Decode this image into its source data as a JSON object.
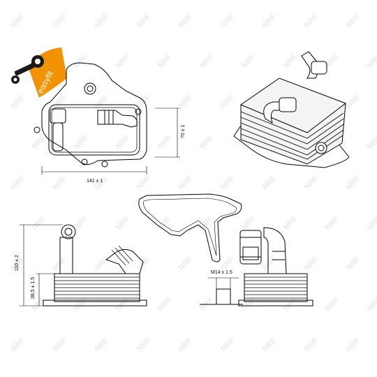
{
  "watermark": {
    "text": "NRF"
  },
  "logo": {
    "brand_text": "easyfit",
    "badge_color": "#f39200"
  },
  "dimensions": {
    "width_top": "141 ± 1",
    "height_top": "70 ± 1",
    "height_side": "110 ± 2",
    "height_core": "38.5 ± 1.5",
    "thread": "M14 x 1.5"
  },
  "icons": [
    "wrench-icon",
    "brand-logo-badge"
  ]
}
